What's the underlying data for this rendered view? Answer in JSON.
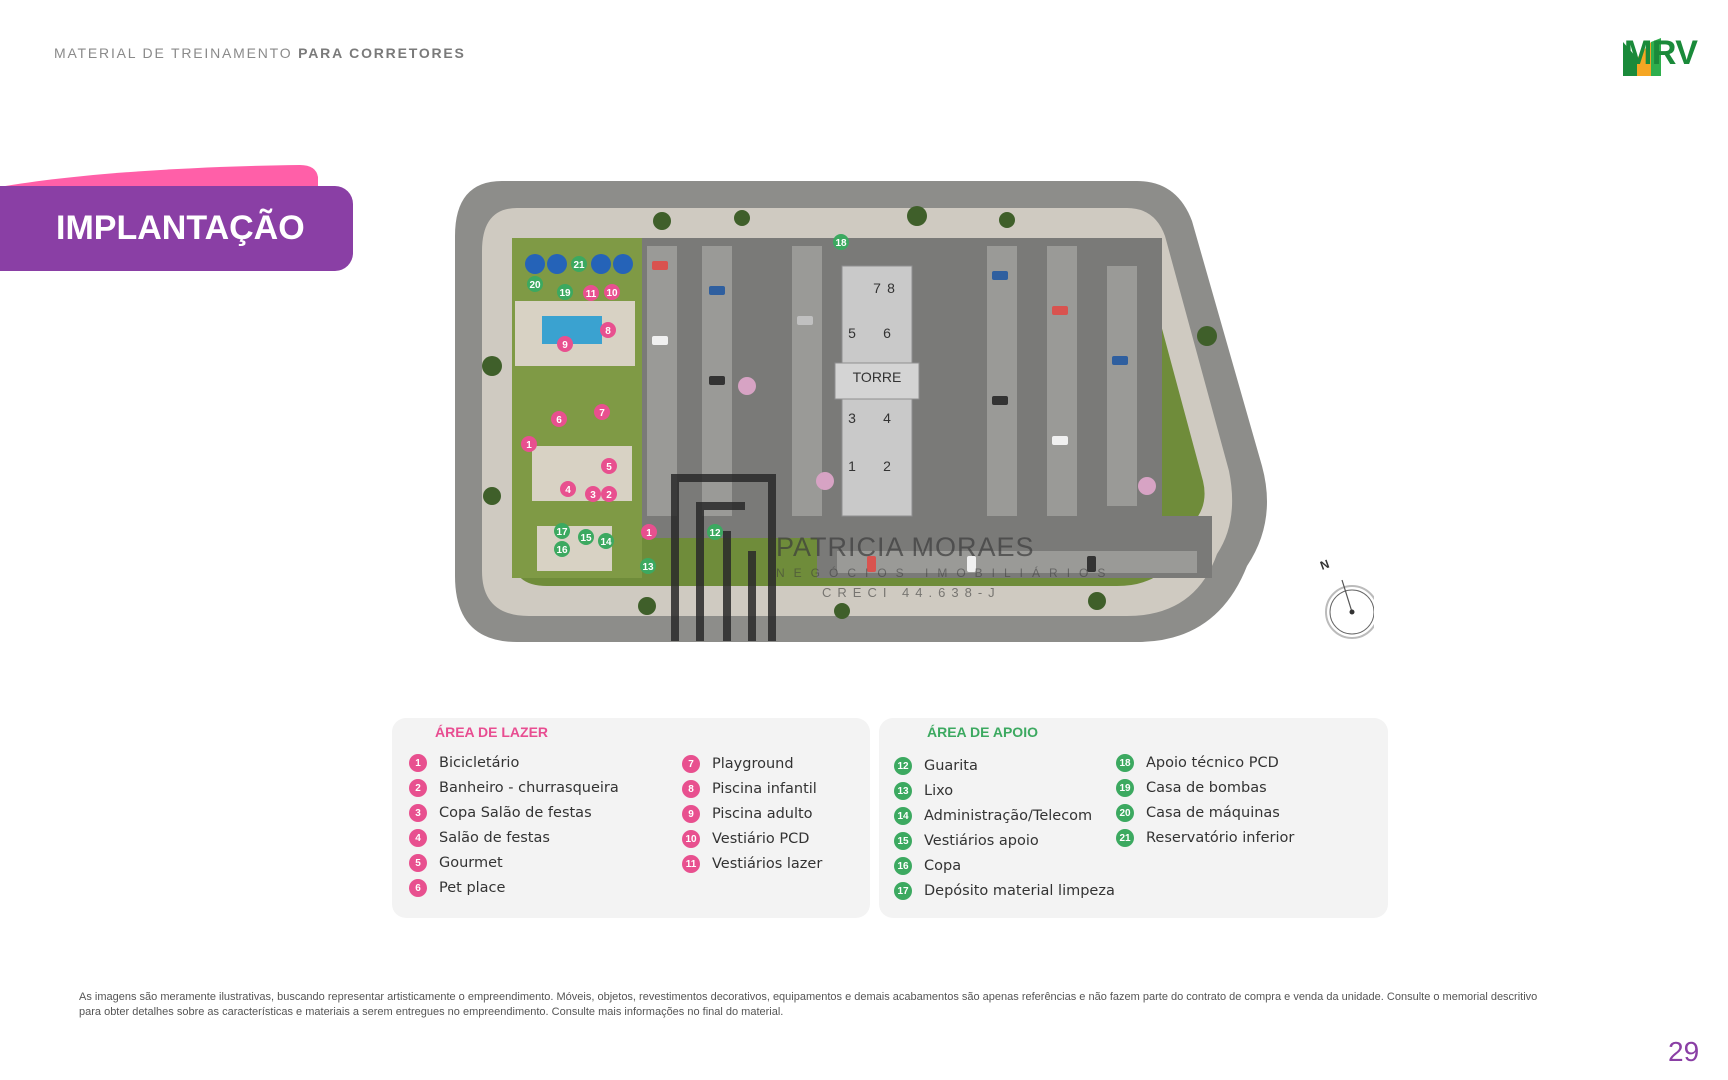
{
  "header": {
    "label_regular": "MATERIAL DE TREINAMENTO ",
    "label_bold": "PARA CORRETORES",
    "logo_text": "MRV"
  },
  "section_title": "IMPLANTAÇÃO",
  "siteplan": {
    "towers": [
      "7",
      "8",
      "5",
      "6",
      "TORRE",
      "3",
      "4",
      "1",
      "2"
    ],
    "compass_letter": "N",
    "watermark_name": "PATRICIA MORAES",
    "watermark_sub": "NEGÓCIOS IMOBILIÁRIOS",
    "watermark_creci": "CRECI 44.638-J"
  },
  "legend_lazer": {
    "title": "ÁREA DE LAZER",
    "items": [
      {
        "num": "1",
        "label": "Bicicletário"
      },
      {
        "num": "2",
        "label": "Banheiro - churrasqueira"
      },
      {
        "num": "3",
        "label": "Copa Salão de festas"
      },
      {
        "num": "4",
        "label": "Salão de festas"
      },
      {
        "num": "5",
        "label": "Gourmet"
      },
      {
        "num": "6",
        "label": "Pet place"
      },
      {
        "num": "7",
        "label": "Playground"
      },
      {
        "num": "8",
        "label": "Piscina infantil"
      },
      {
        "num": "9",
        "label": "Piscina adulto"
      },
      {
        "num": "10",
        "label": "Vestiário PCD"
      },
      {
        "num": "11",
        "label": "Vestiários lazer"
      }
    ]
  },
  "legend_apoio": {
    "title": "ÁREA DE APOIO",
    "items": [
      {
        "num": "12",
        "label": "Guarita"
      },
      {
        "num": "13",
        "label": "Lixo"
      },
      {
        "num": "14",
        "label": "Administração/Telecom"
      },
      {
        "num": "15",
        "label": "Vestiários apoio"
      },
      {
        "num": "16",
        "label": "Copa"
      },
      {
        "num": "17",
        "label": "Depósito material limpeza"
      },
      {
        "num": "18",
        "label": "Apoio técnico PCD"
      },
      {
        "num": "19",
        "label": "Casa de bombas"
      },
      {
        "num": "20",
        "label": "Casa de máquinas"
      },
      {
        "num": "21",
        "label": "Reservatório inferior"
      }
    ]
  },
  "disclaimer": "As imagens são meramente ilustrativas, buscando representar artisticamente o empreendimento. Móveis, objetos, revestimentos decorativos, equipamentos e demais acabamentos são apenas referências e não fazem parte do contrato de compra e venda da unidade. Consulte o memorial descritivo para obter detalhes sobre as características e materiais a serem entregues no empreendimento. Consulte mais informações no final do material.",
  "page_number": "29",
  "colors": {
    "brand_purple": "#8a3fa5",
    "accent_pink": "#ff5fa8",
    "lazer_pink": "#e8508f",
    "apoio_green": "#3ca960",
    "brand_green": "#1a8a3a",
    "logo_orange": "#f5a623"
  }
}
